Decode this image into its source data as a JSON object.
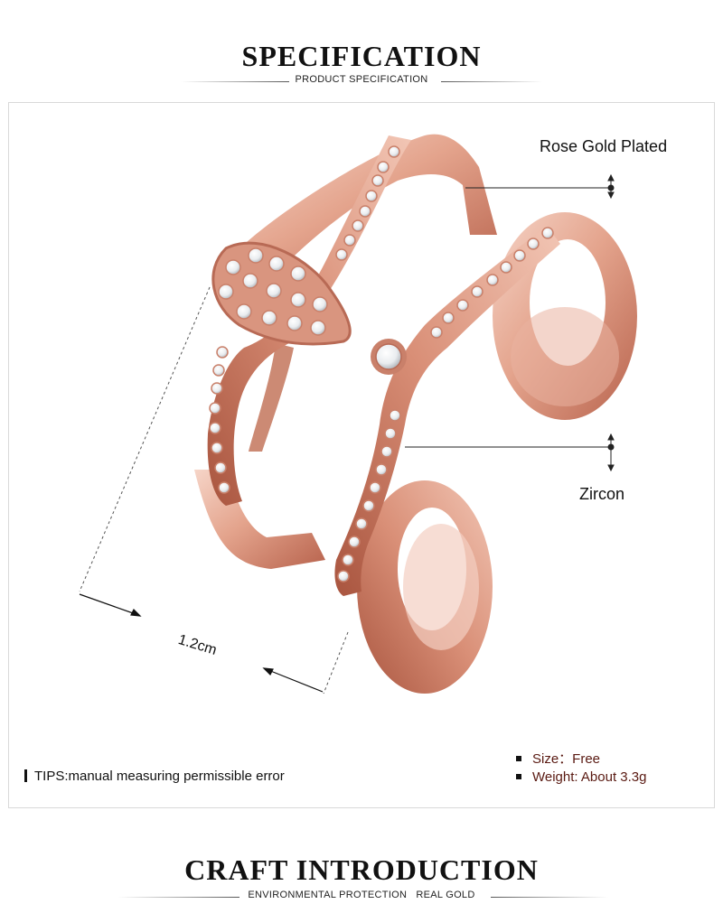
{
  "spec_section": {
    "title": "SPECIFICATION",
    "subtitle": "PRODUCT SPECIFICATION"
  },
  "callouts": {
    "material": "Rose Gold Plated",
    "stone": "Zircon",
    "dimension": "1.2cm"
  },
  "tips": "TIPS:manual measuring permissible error",
  "specs": [
    {
      "text": "Size：Free"
    },
    {
      "text": "Weight: About 3.3g"
    }
  ],
  "craft_section": {
    "title": "CRAFT INTRODUCTION",
    "subtitle": "ENVIRONMENTAL PROTECTION   REAL GOLD"
  },
  "colors": {
    "rose_gold_light": "#f3cbbd",
    "rose_gold_mid": "#e0a08a",
    "rose_gold_dark": "#b86a55",
    "spec_text": "#5a1a12"
  }
}
